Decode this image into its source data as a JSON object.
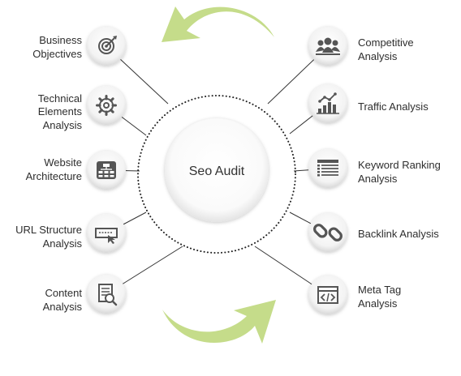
{
  "center": {
    "label": "Seo Audit"
  },
  "left_items": [
    {
      "id": "business-objectives",
      "icon": "target-icon",
      "label_lines": [
        "Business",
        "Objectives"
      ]
    },
    {
      "id": "technical-elements-analysis",
      "icon": "gear-icon",
      "label_lines": [
        "Technical",
        "Elements",
        "Analysis"
      ]
    },
    {
      "id": "website-architecture",
      "icon": "sitemap-icon",
      "label_lines": [
        "Website",
        "Architecture"
      ]
    },
    {
      "id": "url-structure-analysis",
      "icon": "url-bar-icon",
      "label_lines": [
        "URL Structure",
        "Analysis"
      ]
    },
    {
      "id": "content-analysis",
      "icon": "document-search-icon",
      "label_lines": [
        "Content",
        "Analysis"
      ]
    }
  ],
  "right_items": [
    {
      "id": "competitive-analysis",
      "icon": "competitors-icon",
      "label_lines": [
        "Competitive",
        "Analysis"
      ]
    },
    {
      "id": "traffic-analysis",
      "icon": "bar-chart-icon",
      "label_lines": [
        "Traffic Analysis"
      ]
    },
    {
      "id": "keyword-ranking-analysis",
      "icon": "keyword-list-icon",
      "label_lines": [
        "Keyword Ranking",
        "Analysis"
      ]
    },
    {
      "id": "backlink-analysis",
      "icon": "link-icon",
      "label_lines": [
        "Backlink Analysis"
      ]
    },
    {
      "id": "meta-tag-analysis",
      "icon": "code-window-icon",
      "label_lines": [
        "Meta Tag",
        "Analysis"
      ]
    }
  ],
  "colors": {
    "arrow": "#c5dc8a",
    "line": "#333333",
    "icon": "#555555",
    "text": "#2e2e2e"
  }
}
